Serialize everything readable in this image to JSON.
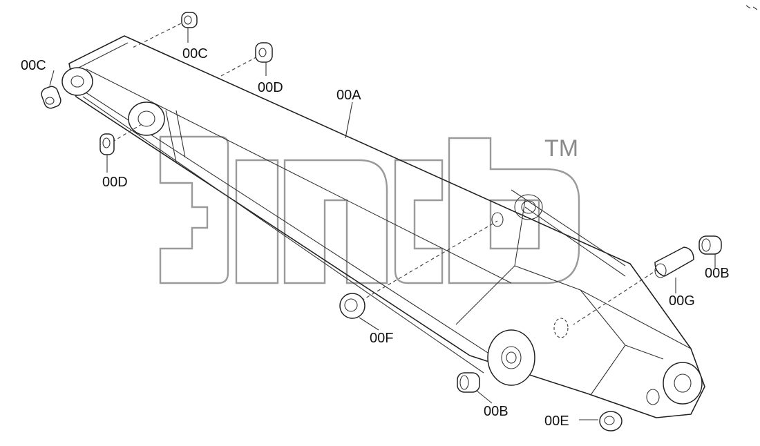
{
  "labels": {
    "a": "00A",
    "b1": "00B",
    "b2": "00B",
    "c1": "00C",
    "c2": "00C",
    "d1": "00D",
    "d2": "00D",
    "e": "00E",
    "f": "00F",
    "g": "00G"
  },
  "watermark": {
    "tm": "TM"
  }
}
